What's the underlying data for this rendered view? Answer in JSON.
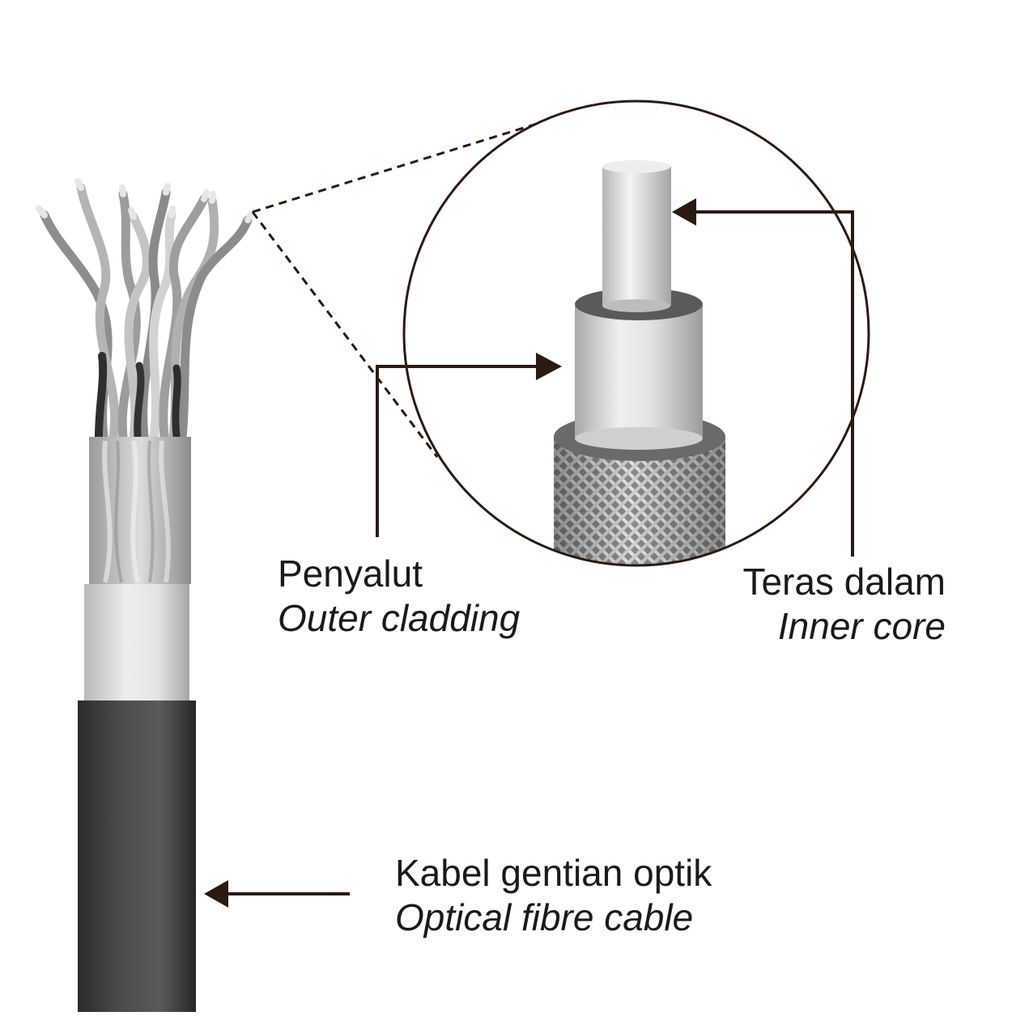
{
  "labels": {
    "cladding": {
      "primary": "Penyalut",
      "secondary": "Outer cladding"
    },
    "core": {
      "primary": "Teras dalam",
      "secondary": "Inner core"
    },
    "cable": {
      "primary": "Kabel gentian optik",
      "secondary": "Optical fibre cable"
    }
  },
  "colors": {
    "line": "#2a1a12",
    "jacket": "#3a3a3a",
    "cladding": "#d6d6d6",
    "core": "#e8e8e8",
    "fibre": "#a8a8a8"
  },
  "icons": {
    "zoom": "magnified-circle",
    "arrows": "arrowhead-triangle"
  }
}
